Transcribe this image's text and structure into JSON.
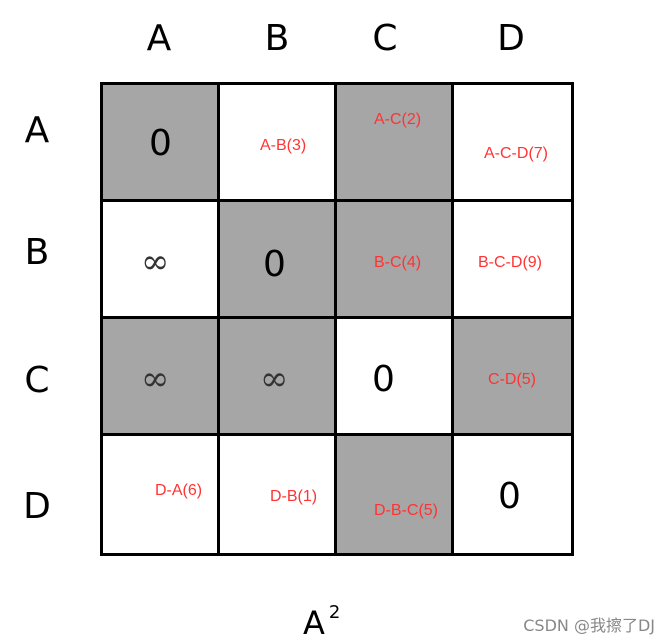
{
  "columns": [
    "A",
    "B",
    "C",
    "D"
  ],
  "rows": [
    "A",
    "B",
    "C",
    "D"
  ],
  "matrix": [
    [
      "0",
      "A-B(3)",
      "A-C(2)",
      "A-C-D(7)"
    ],
    [
      "∞",
      "0",
      "B-C(4)",
      "B-C-D(9)"
    ],
    [
      "∞",
      "∞",
      "0",
      "C-D(5)"
    ],
    [
      "D-A(6)",
      "D-B(1)",
      "D-B-C(5)",
      "0"
    ]
  ],
  "caption": {
    "base": "A",
    "exponent": "2"
  },
  "watermark": "CSDN @我擦了DJ",
  "colors": {
    "shaded": "#a6a6a6",
    "path_text": "#ff3333",
    "grid_line": "#000000"
  }
}
